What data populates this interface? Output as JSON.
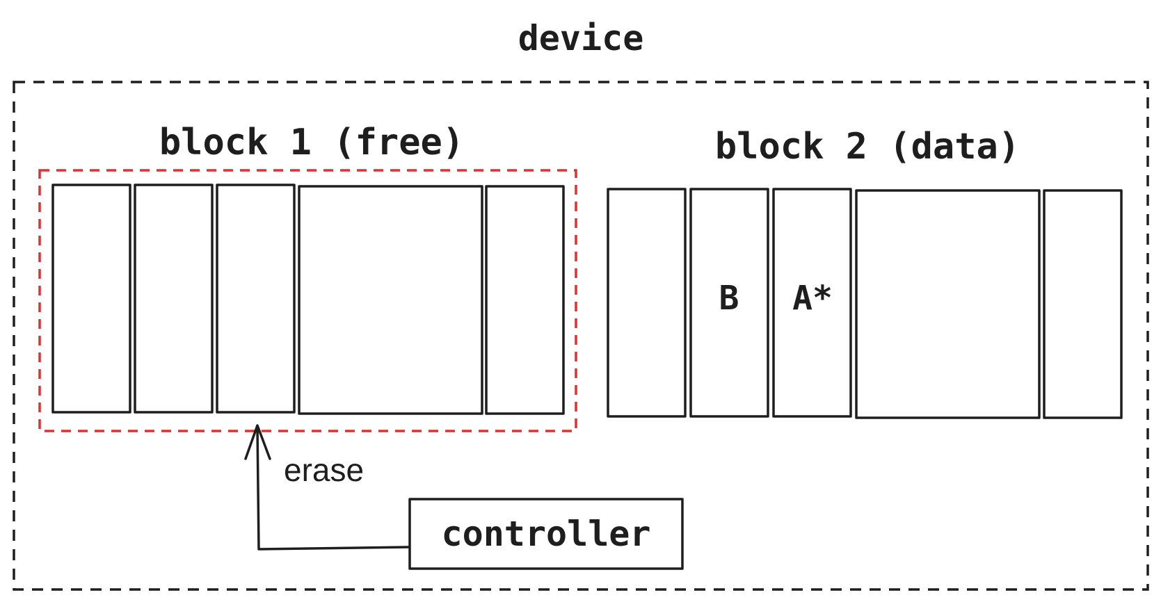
{
  "device": {
    "label": "device"
  },
  "block1": {
    "label": "block 1 (free)",
    "pages": [
      "",
      "",
      "",
      "",
      ""
    ]
  },
  "block2": {
    "label": "block 2 (data)",
    "pages": [
      "",
      "B",
      "A*",
      "",
      ""
    ]
  },
  "controller": {
    "label": "controller"
  },
  "arrow": {
    "label": "erase"
  },
  "colors": {
    "ink": "#1e1e1e",
    "erase_highlight": "#e03131",
    "background": "#ffffff"
  }
}
